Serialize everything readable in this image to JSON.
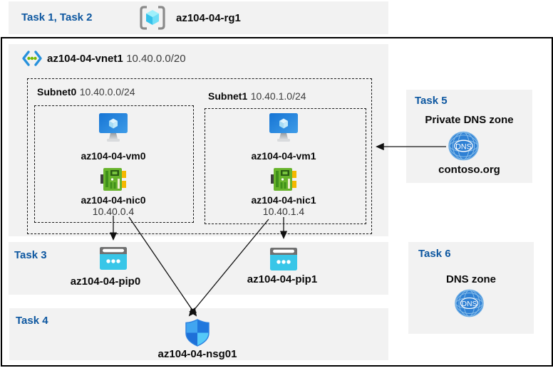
{
  "colors": {
    "task_blue": "#0D57A0",
    "panel_gray": "#F2F2F2",
    "azure_blue": "#2E80D4",
    "cyan": "#38C6E8",
    "nic_green": "#68B42C"
  },
  "header": {
    "task_label": "Task 1, Task 2",
    "resource_group": "az104-04-rg1"
  },
  "vnet": {
    "name": "az104-04-vnet1",
    "cidr": "10.40.0.0/20"
  },
  "subnets": [
    {
      "name": "Subnet0",
      "cidr": "10.40.0.0/24",
      "vm": "az104-04-vm0",
      "nic": "az104-04-nic0",
      "ip": "10.40.0.4"
    },
    {
      "name": "Subnet1",
      "cidr": "10.40.1.0/24",
      "vm": "az104-04-vm1",
      "nic": "az104-04-nic1",
      "ip": "10.40.1.4"
    }
  ],
  "task3": {
    "label": "Task 3",
    "pip0": "az104-04-pip0",
    "pip1": "az104-04-pip1"
  },
  "task4": {
    "label": "Task 4",
    "nsg": "az104-04-nsg01"
  },
  "task5": {
    "label": "Task 5",
    "title": "Private DNS zone",
    "zone": "contoso.org",
    "icon_text": "DNS"
  },
  "task6": {
    "label": "Task 6",
    "title": "DNS zone",
    "icon_text": "DNS"
  }
}
